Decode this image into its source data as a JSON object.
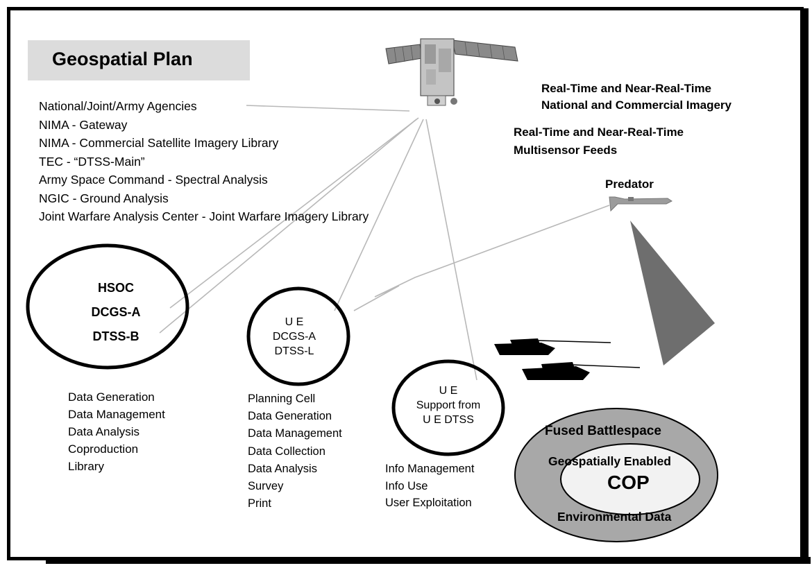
{
  "title": "Geospatial Plan",
  "agencies": [
    "National/Joint/Army Agencies",
    "NIMA - Gateway",
    "NIMA - Commercial Satellite Imagery Library",
    "TEC - “DTSS-Main”",
    "Army Space Command - Spectral Analysis",
    "NGIC - Ground Analysis",
    "Joint Warfare Analysis Center - Joint Warfare Imagery Library"
  ],
  "imagery_feed": {
    "line1": "Real-Time and Near-Real-Time",
    "line2": "National and Commercial Imagery"
  },
  "multisensor_feed": {
    "line1": "Real-Time and Near-Real-Time",
    "line2": "Multisensor Feeds"
  },
  "predator_label": "Predator",
  "node_hsoc": {
    "line1": "HSOC",
    "line2": "DCGS-A",
    "line3": "DTSS-B",
    "functions": [
      "Data Generation",
      "Data Management",
      "Data Analysis",
      "Coproduction",
      "Library"
    ]
  },
  "node_ue_dcgs": {
    "line1": "U E",
    "line2": "DCGS-A",
    "line3": "DTSS-L",
    "functions": [
      "Planning Cell",
      "Data Generation",
      "Data Management",
      "Data Collection",
      "Data Analysis",
      "Survey",
      "Print"
    ]
  },
  "node_ue_support": {
    "line1": "U E",
    "line2": "Support from",
    "line3": "U E DTSS",
    "functions": [
      "Info Management",
      "Info Use",
      "User Exploitation"
    ]
  },
  "cop": {
    "outer_top": "Fused Battlespace",
    "inner_label": "Geospatially Enabled",
    "center": "COP",
    "outer_bottom": "Environmental Data"
  },
  "colors": {
    "title_box": "#dcdcdc",
    "outer_ellipse": "#a8a8a8",
    "inner_ellipse": "#f2f2f2",
    "sensor_cone": "#6e6e6e",
    "link_lines": "#b8b8b8"
  },
  "icons": [
    "satellite-icon",
    "predator-uav-icon",
    "tank-icon"
  ]
}
